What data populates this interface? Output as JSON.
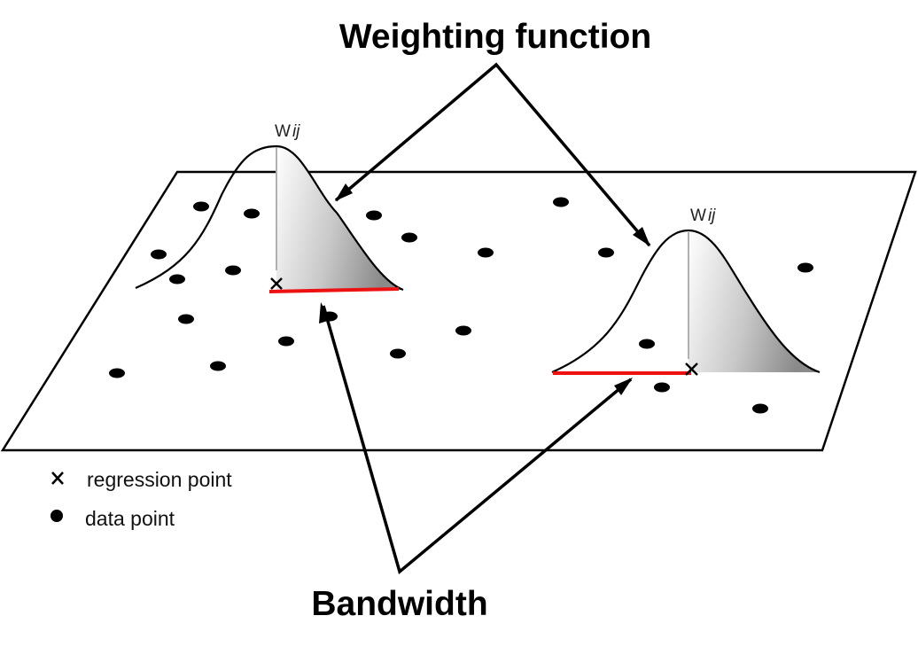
{
  "labels": {
    "weighting_function": "Weighting function",
    "bandwidth": "Bandwidth"
  },
  "kernels": [
    {
      "label_main": "W",
      "label_sub": "ij",
      "side": "left"
    },
    {
      "label_main": "W",
      "label_sub": "ij",
      "side": "right"
    }
  ],
  "legend": {
    "items": [
      {
        "symbol": "x",
        "icon": "regression-point-icon",
        "label": "regression point"
      },
      {
        "symbol": "dot",
        "icon": "data-point-icon",
        "label": "data point"
      }
    ]
  },
  "colors": {
    "bandwidth_line": "#ee1111",
    "outline": "#000000",
    "stem": "#b0b0b0"
  },
  "data_points_count": 24,
  "regression_points_count": 2
}
